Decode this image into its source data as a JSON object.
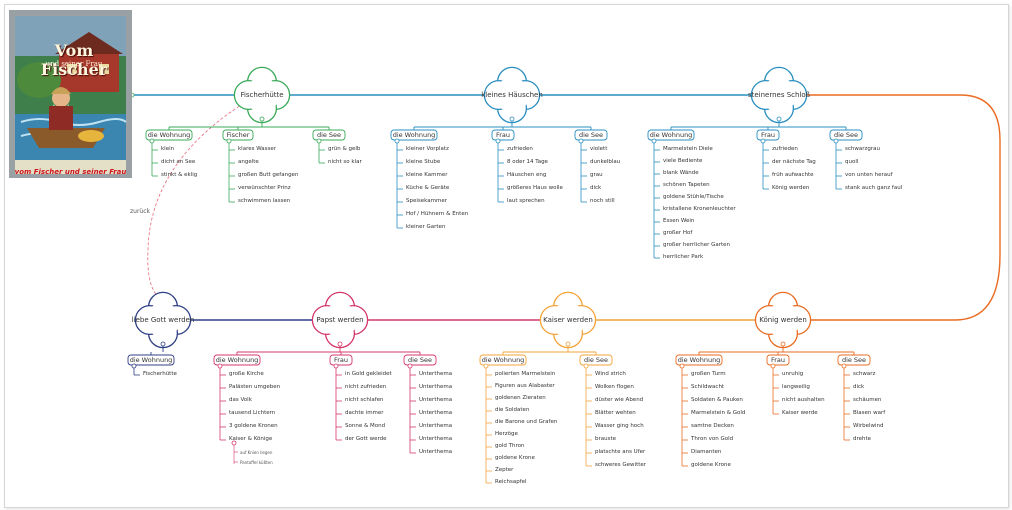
{
  "cover": {
    "title_line1": "Vom Fischer",
    "title_line2": "und seiner Frau",
    "banner": "vom Fischer und seiner Frau"
  },
  "back_label": "zurück",
  "colors": {
    "top": "#2a8fc0",
    "kaiser": "#f3a33a",
    "koenig": "#ea6c22",
    "papst": "#d4386a",
    "gott": "#2f3f85",
    "fischer": "#3aaa5a",
    "back": "#e8687c"
  },
  "hubs": [
    {
      "id": "fischerhuette",
      "label": "Fischerhütte",
      "color": "green",
      "branches": [
        {
          "label": "die Wohnung",
          "items": [
            "klein",
            "dicht an See",
            "stinkt & eklig"
          ]
        },
        {
          "label": "Fischer",
          "items": [
            "klares Wasser",
            "angelte",
            "großen Butt gefangen",
            "verwünschter Prinz",
            "schwimmen lassen"
          ]
        },
        {
          "label": "die See",
          "items": [
            "grün & gelb",
            "nicht so klar"
          ]
        }
      ]
    },
    {
      "id": "haeuschen",
      "label": "kleines Häuschen",
      "color": "blue",
      "branches": [
        {
          "label": "die Wohnung",
          "items": [
            "kleiner Vorplatz",
            "kleine Stube",
            "kleine Kammer",
            "Küche & Geräte",
            "Speisekammer",
            "Hof / Hühnern & Enten",
            "kleiner Garten"
          ]
        },
        {
          "label": "Frau",
          "items": [
            "zufrieden",
            "8 oder 14 Tage",
            "Häuschen eng",
            "größeres Haus wolle",
            "laut sprechen"
          ]
        },
        {
          "label": "die See",
          "items": [
            "violett",
            "dunkelblau",
            "grau",
            "dick",
            "noch still"
          ]
        }
      ]
    },
    {
      "id": "schloss",
      "label": "steinernes Schloß",
      "color": "blue",
      "branches": [
        {
          "label": "die Wohnung",
          "items": [
            "Marmelstein Diele",
            "viele Bediente",
            "blank Wände",
            "schönen Tapeten",
            "goldene Stühle/Tische",
            "kristallene Kronenleuchter",
            "Essen Wein",
            "großer Hof",
            "großer herrlicher Garten",
            "herrlicher Park"
          ]
        },
        {
          "label": "Frau",
          "items": [
            "zufrieden",
            "der nächste Tag",
            "früh aufwachte",
            "König werden"
          ]
        },
        {
          "label": "die See",
          "items": [
            "schwarzgrau",
            "quoll",
            "von unten herauf",
            "stank auch ganz faul"
          ]
        }
      ]
    },
    {
      "id": "koenig",
      "label": "König werden",
      "color": "orange",
      "branches": [
        {
          "label": "die Wohnung",
          "items": [
            "großen Turm",
            "Schildwacht",
            "Soldaten & Pauken",
            "Marmelstein & Gold",
            "samtne Decken",
            "Thron von Gold",
            "Diamanten",
            "goldene Krone"
          ]
        },
        {
          "label": "Frau",
          "items": [
            "unruhig",
            "langweilig",
            "nicht aushalten",
            "Kaiser werde"
          ]
        },
        {
          "label": "die See",
          "items": [
            "schwarz",
            "dick",
            "schäumen",
            "Blasen warf",
            "Wirbelwind",
            "drehte"
          ]
        }
      ]
    },
    {
      "id": "kaiser",
      "label": "Kaiser werden",
      "color": "gold",
      "branches": [
        {
          "label": "die Wohnung",
          "items": [
            "polierten Marmelstein",
            "Figuren aus Alabaster",
            "goldenen Zieraten",
            "die Soldaten",
            "die Barone und Grafen",
            "Herzöge",
            "gold Thron",
            "goldene Krone",
            "Zepter",
            "Reichsapfel"
          ]
        },
        {
          "label": "die See",
          "items": [
            "Wind strich",
            "Wolken flogen",
            "düster wie Abend",
            "Blätter wehten",
            "Wasser ging hoch",
            "brauste",
            "platschte ans Ufer",
            "schweres Gewitter"
          ]
        }
      ]
    },
    {
      "id": "papst",
      "label": "Papst werden",
      "color": "pink",
      "branches": [
        {
          "label": "die Wohnung",
          "items": [
            "große Kirche",
            "Palästen umgeben",
            "das Volk",
            "tausend Lichtern",
            "3 goldene Kronen",
            "Kaiser & Könige"
          ],
          "sub": [
            "auf Knien liegen",
            "Pantoffel küßten"
          ]
        },
        {
          "label": "Frau",
          "items": [
            "in Gold gekleidet",
            "nicht zufrieden",
            "nicht schlafen",
            "dachte immer",
            "Sonne & Mond",
            "der Gott werde"
          ]
        },
        {
          "label": "die See",
          "items": [
            "Unterthema",
            "Unterthema",
            "Unterthema",
            "Unterthema",
            "Unterthema",
            "Unterthema",
            "Unterthema"
          ]
        }
      ]
    },
    {
      "id": "gott",
      "label": "liebe Gott werden",
      "color": "navy",
      "branches": [
        {
          "label": "die Wohnung",
          "items": [
            "Fischerhütte"
          ]
        }
      ]
    }
  ]
}
